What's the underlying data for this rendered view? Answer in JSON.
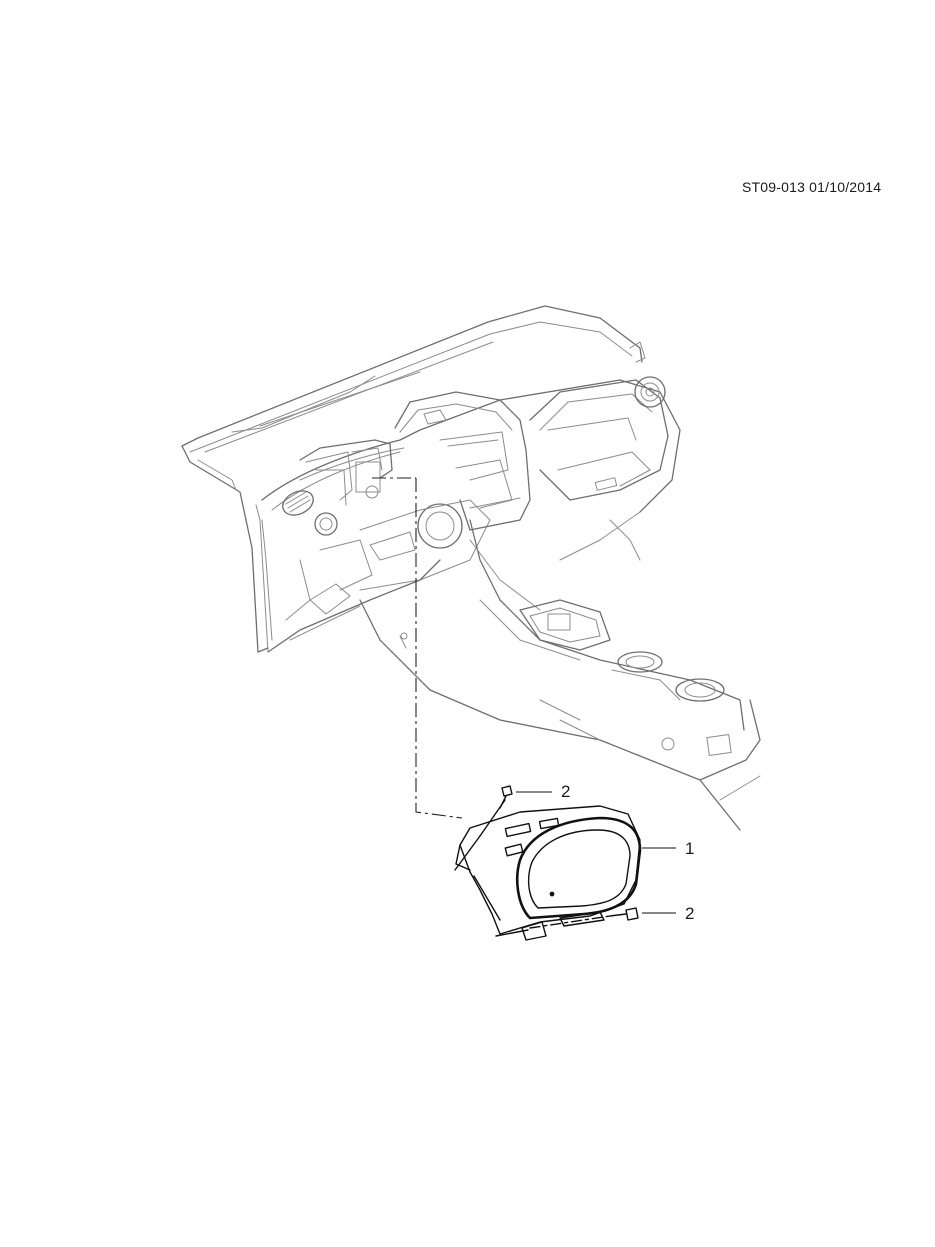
{
  "header": {
    "doc_ref": "ST09-013 01/10/2014"
  },
  "callouts": [
    {
      "id": "callout-2-upper",
      "label": "2"
    },
    {
      "id": "callout-1",
      "label": "1"
    },
    {
      "id": "callout-2-lower",
      "label": "2"
    }
  ],
  "parts": {
    "dashboard": "instrument-panel-assembly",
    "cluster_bezel": "instrument-cluster-bezel",
    "fastener": "bolt-screw"
  }
}
